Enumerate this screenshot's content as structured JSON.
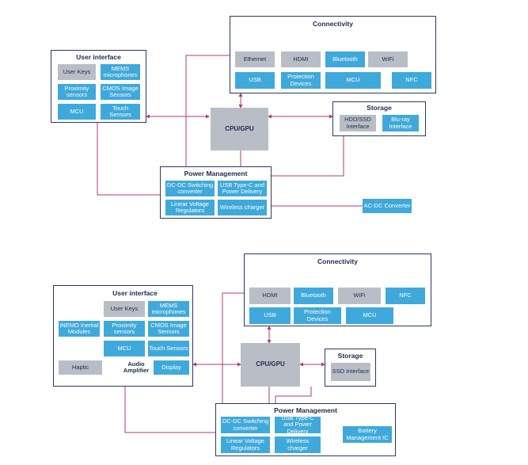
{
  "colors": {
    "blue": "#3fa9dc",
    "grey": "#b9bec6",
    "wire": "#b03a7a",
    "frame": "#2b3a66"
  },
  "top": {
    "connectivity": {
      "title": "Connectivity",
      "ethernet": "Ethernet",
      "hdmi": "HDMI",
      "bluetooth": "Bluetooth",
      "wifi": "WiFi",
      "usb": "USB",
      "protection": "Protection Devices",
      "mcu": "MCU",
      "nfc": "NFC"
    },
    "ui": {
      "title": "User interface",
      "user_keys": "User Keys",
      "mems": "MEMS microphones",
      "proximity": "Proximity sensors",
      "cmos": "CMOS Image Sensors",
      "mcu": "MCU",
      "touch": "Touch Sensors"
    },
    "cpu": "CPU/GPU",
    "storage": {
      "title": "Storage",
      "hdd": "HDD/SSD Interface",
      "bluray": "Blu-ray Interface"
    },
    "power": {
      "title": "Power Management",
      "dcdc": "DC-DC Switching converter",
      "usbc": "USB Type-C and Power Delivery",
      "linear": "Linear Voltage Regulators",
      "wireless": "Wireless charger"
    },
    "acdc": "AC-DC Converter"
  },
  "bottom": {
    "connectivity": {
      "title": "Connectivity",
      "hdmi": "HDMI",
      "bluetooth": "Bluetooth",
      "wifi": "WiFi",
      "nfc": "NFC",
      "usb": "USB",
      "protection": "Protection Devices",
      "mcu": "MCU"
    },
    "ui": {
      "title": "User interface",
      "user_keys": "User Keys",
      "mems": "MEMS microphones",
      "inemo": "iNEMO Inertial Modules",
      "proximity": "Proximity sensors",
      "cmos": "CMOS Image Sensors",
      "mcu": "MCU",
      "touch": "Touch Sensors",
      "haptic": "Haptic",
      "audio": "Audio Amplifier",
      "display": "Display"
    },
    "cpu": "CPU/GPU",
    "storage": {
      "title": "Storage",
      "ssd": "SSD Interface"
    },
    "power": {
      "title": "Power Management",
      "dcdc": "DC-DC Switching converter",
      "usbc": "USB Type-C and Power Delivery",
      "linear": "Linear Voltage Regulators",
      "wireless": "Wireless charger",
      "battery": "Battery Management IC"
    }
  }
}
